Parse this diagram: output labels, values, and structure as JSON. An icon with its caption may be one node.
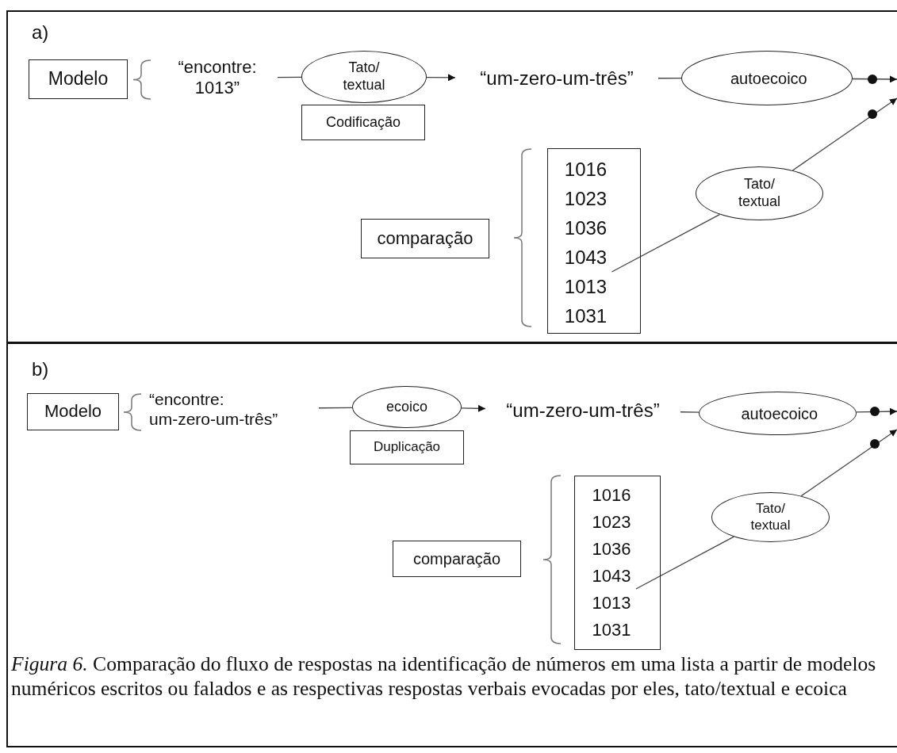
{
  "diagram": {
    "caption": "*Figura 6.* Comparação do fluxo de respostas na identificação de números em uma lista a partir de modelos numéricos escritos ou falados e as respectivas respostas verbais evocadas por eles, tato/textual e ecoica",
    "nodes": [
      {
        "text": [
          "Modelo"
        ]
      },
      {
        "text": [
          "“encontre: 1013”"
        ]
      },
      {
        "text": [
          "Tato/ textual"
        ]
      },
      {
        "text": [
          "Codificação"
        ]
      },
      {
        "text": [
          "“um-zero-um-três”"
        ]
      },
      {
        "text": [
          "autoecoico"
        ]
      },
      {
        "text": [
          "comparação"
        ]
      },
      {
        "text": [],
        "shape": "box"
      },
      {
        "text": [
          "1016"
        ],
        "in": 7
      },
      {
        "text": [
          "1023"
        ],
        "in": 7
      },
      {
        "text": [
          "1036"
        ],
        "in": 7
      },
      {
        "text": [
          "1043"
        ],
        "in": 7
      },
      {
        "text": [
          "1013"
        ],
        "in": 7
      },
      {
        "text": [
          "1031"
        ],
        "in": 7
      },
      {
        "text": [
          "Tato/ textual"
        ]
      },
      {
        "text": [
          "Modelo"
        ]
      },
      {
        "text": [
          "“encontre: um-zero-um-três”"
        ]
      },
      {
        "text": [
          "ecoico"
        ]
      },
      {
        "text": [
          "Duplicação"
        ]
      },
      {
        "text": [
          "“um-zero-um-três”"
        ]
      },
      {
        "text": [
          "autoecoico"
        ]
      },
      {
        "text": [
          "comparação"
        ]
      },
      {
        "text": [],
        "shape": "box"
      },
      {
        "text": [
          "1016"
        ],
        "in": 22
      },
      {
        "text": [
          "1023"
        ],
        "in": 22
      },
      {
        "text": [
          "1036"
        ],
        "in": 22
      },
      {
        "text": [
          "1043"
        ],
        "in": 22
      },
      {
        "text": [
          "1013"
        ],
        "in": 22
      },
      {
        "text": [
          "1031"
        ],
        "in": 22
      },
      {
        "text": [
          "Tato/ textual"
        ]
      }
    ],
    "edges": [
      {
        "from": 1,
        "to": 2,
        "arrow": "none"
      },
      {
        "from": 2,
        "to": 4,
        "arrow": "to"
      },
      {
        "from": 4,
        "to": 5,
        "arrow": "none"
      },
      {
        "from": 5,
        "to": null,
        "arrow": "to"
      },
      {
        "from": 12,
        "to": 14,
        "arrow": "none"
      },
      {
        "from": 14,
        "to": null,
        "arrow": "to"
      },
      {
        "from": 16,
        "to": 17,
        "arrow": "none"
      },
      {
        "from": 17,
        "to": 19,
        "arrow": "to"
      },
      {
        "from": 19,
        "to": 20,
        "arrow": "none"
      },
      {
        "from": 20,
        "to": null,
        "arrow": "to"
      },
      {
        "from": 27,
        "to": 29,
        "arrow": "none"
      },
      {
        "from": 29,
        "to": null,
        "arrow": "to"
      }
    ],
    "labels": [
      "a)",
      "b)"
    ]
  }
}
